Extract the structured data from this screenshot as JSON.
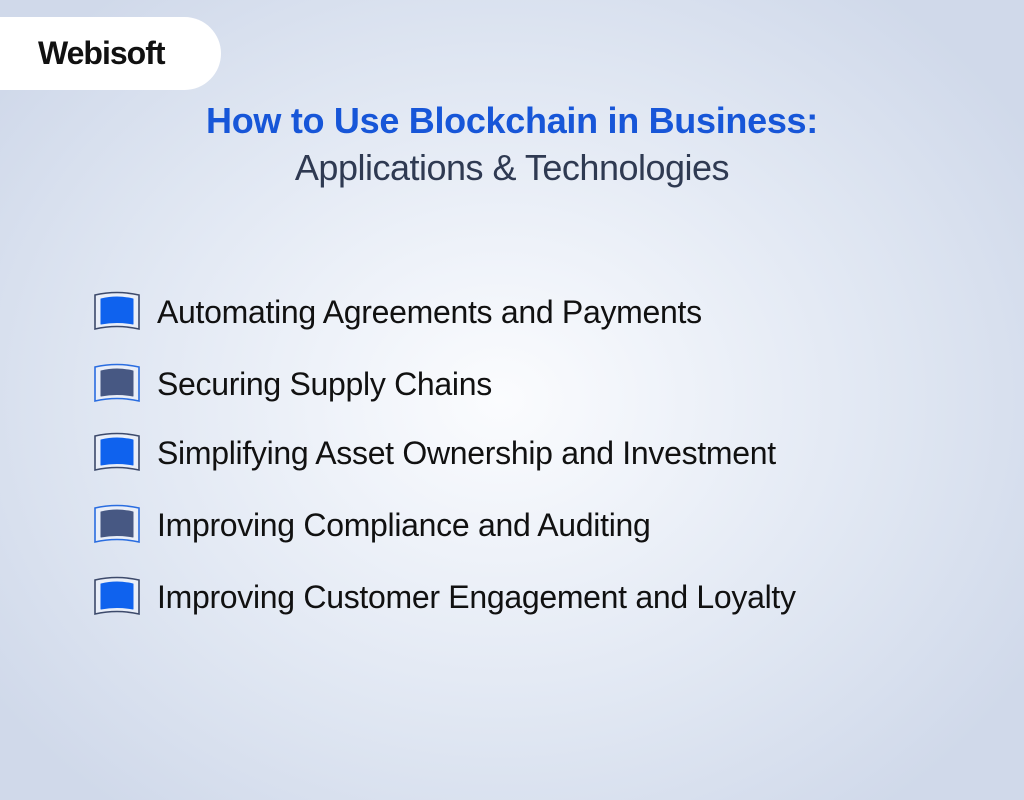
{
  "brand": {
    "logo_text": "Webisoft"
  },
  "header": {
    "title": "How to Use Blockchain in Business:",
    "subtitle": "Applications & Technologies"
  },
  "colors": {
    "accent": "#1756d8",
    "icon_blue": "#0f62ee",
    "icon_slate": "#475883",
    "subtitle": "#2f3a52",
    "text": "#111111"
  },
  "list": {
    "items": [
      {
        "label": "Automating Agreements and Payments",
        "icon": "blue-cube-icon",
        "variant": "blue"
      },
      {
        "label": "Securing Supply Chains",
        "icon": "slate-cube-icon",
        "variant": "slate"
      },
      {
        "label": "Simplifying Asset Ownership and Investment",
        "icon": "blue-cube-icon",
        "variant": "blue"
      },
      {
        "label": "Improving Compliance and Auditing",
        "icon": "slate-cube-icon",
        "variant": "slate"
      },
      {
        "label": "Improving Customer Engagement and Loyalty",
        "icon": "blue-cube-icon",
        "variant": "blue"
      }
    ]
  }
}
